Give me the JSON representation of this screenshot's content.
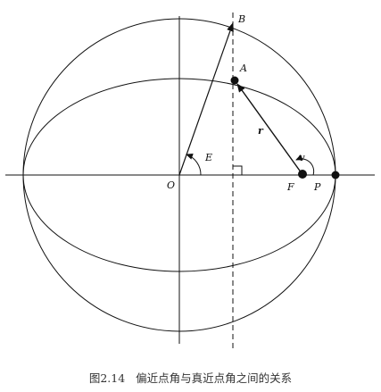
{
  "labels": {
    "B": "B",
    "A": "A",
    "r": "r",
    "v": "v",
    "E": "E",
    "O": "O",
    "F": "F",
    "P": "P"
  },
  "caption": "图2.14   偏近点角与真近点角之间的关系",
  "colors": {
    "ink": "#111111",
    "caption": "#333333"
  }
}
